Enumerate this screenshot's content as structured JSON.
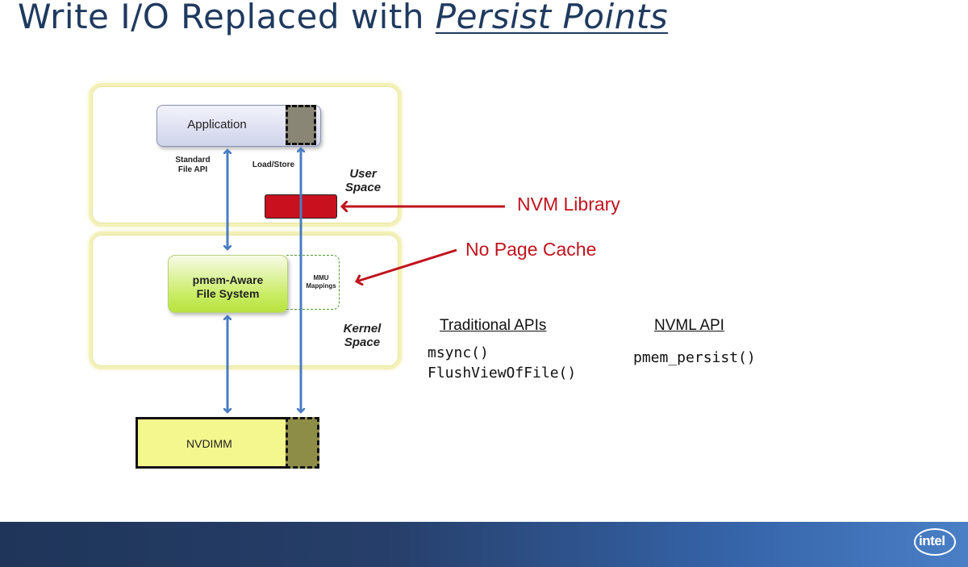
{
  "title": {
    "prefix": "Write I/O Replaced with ",
    "emphasis": "Persist Points"
  },
  "diagram": {
    "application": "Application",
    "standard_file_api": "Standard\nFile API",
    "load_store": "Load/Store",
    "user_space": "User\nSpace",
    "pmem_fs": "pmem-Aware\nFile System",
    "mmu_mappings": "MMU\nMappings",
    "kernel_space": "Kernel\nSpace",
    "nvdimm": "NVDIMM"
  },
  "callouts": {
    "nvm_library": "NVM Library",
    "no_page_cache": "No Page Cache"
  },
  "apis": {
    "traditional": {
      "heading": "Traditional APIs",
      "calls": [
        "msync()",
        "FlushViewOfFile()"
      ]
    },
    "nvml": {
      "heading": "NVML API",
      "calls": [
        "pmem_persist()"
      ]
    }
  },
  "logo": "intel",
  "colors": {
    "title": "#1f3a5f",
    "callout_red": "#c0141e",
    "nvm_library_box": "#c8101e",
    "arrow_blue": "#4a7cc2",
    "footer_dark": "#1f3559",
    "footer_light": "#4a7fc6"
  }
}
